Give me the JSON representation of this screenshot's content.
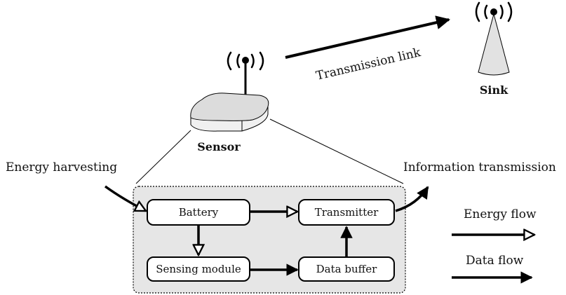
{
  "labels": {
    "sensor": "Sensor",
    "sink": "Sink",
    "transmission_link": "Transmission link",
    "energy_harvesting": "Energy harvesting",
    "information_transmission": "Information transmission"
  },
  "blocks": {
    "battery": "Battery",
    "transmitter": "Transmitter",
    "sensing_module": "Sensing module",
    "data_buffer": "Data buffer"
  },
  "legend": {
    "energy_flow": "Energy flow",
    "data_flow": "Data flow"
  }
}
